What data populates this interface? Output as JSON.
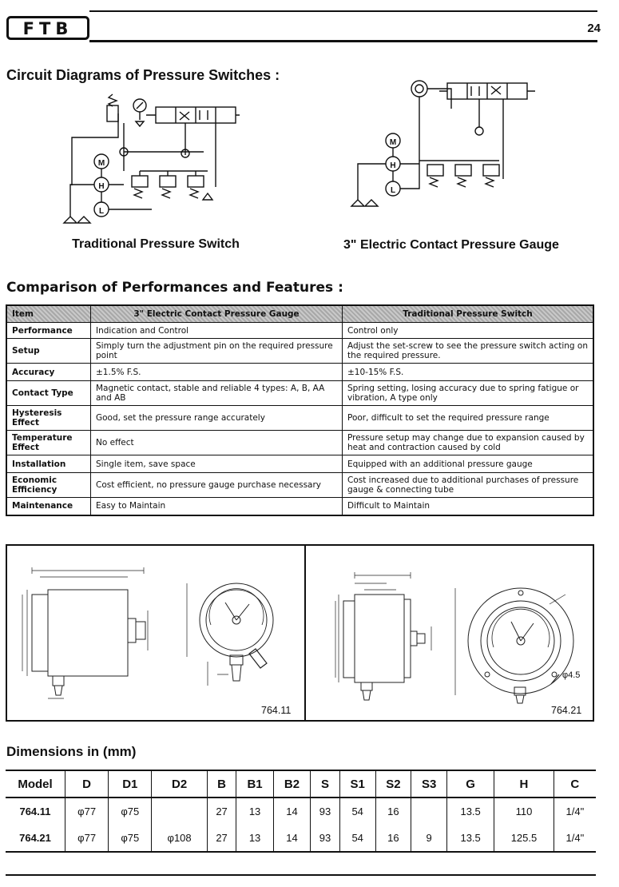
{
  "header": {
    "logo_text": "FTB",
    "page_number": "24"
  },
  "circuit": {
    "title": "Circuit Diagrams of Pressure Switches :",
    "left_caption": "Traditional Pressure Switch",
    "right_caption": "3\" Electric Contact Pressure Gauge",
    "labels": {
      "m": "M",
      "h": "H",
      "l": "L"
    }
  },
  "comparison": {
    "title": "Comparison of Performances and Features :",
    "headers": [
      "Item",
      "3\" Electric Contact Pressure Gauge",
      "Traditional Pressure Switch"
    ],
    "rows": [
      {
        "item": "Performance",
        "gauge": "Indication and Control",
        "switch": "Control only"
      },
      {
        "item": "Setup",
        "gauge": "Simply turn the adjustment pin on the required pressure point",
        "switch": "Adjust the set-screw to see the pressure switch acting on the required pressure."
      },
      {
        "item": "Accuracy",
        "gauge": "±1.5% F.S.",
        "switch": "±10-15% F.S."
      },
      {
        "item": "Contact Type",
        "gauge": "Magnetic contact, stable and reliable 4 types: A, B, AA and AB",
        "switch": "Spring setting, losing accuracy due to spring fatigue or vibration, A type only"
      },
      {
        "item": "Hysteresis Effect",
        "gauge": "Good, set the pressure range accurately",
        "switch": "Poor, difficult to set the required pressure range"
      },
      {
        "item": "Temperature Effect",
        "gauge": "No effect",
        "switch": "Pressure setup may change due to expansion caused by heat and contraction caused by cold"
      },
      {
        "item": "Installation",
        "gauge": "Single item, save space",
        "switch": "Equipped with an additional pressure gauge"
      },
      {
        "item": "Economic Efficiency",
        "gauge": "Cost efficient, no pressure gauge purchase necessary",
        "switch": "Cost increased due to additional purchases of pressure gauge & connecting tube"
      },
      {
        "item": "Maintenance",
        "gauge": "Easy to Maintain",
        "switch": "Difficult to Maintain"
      }
    ]
  },
  "drawings": {
    "left_model": "764.11",
    "right_model": "764.21",
    "hole_label": "φ4.5"
  },
  "dimensions": {
    "title": "Dimensions in (mm)",
    "headers": [
      "Model",
      "D",
      "D1",
      "D2",
      "B",
      "B1",
      "B2",
      "S",
      "S1",
      "S2",
      "S3",
      "G",
      "H",
      "C"
    ],
    "rows": [
      [
        "764.11",
        "φ77",
        "φ75",
        "",
        "27",
        "13",
        "14",
        "93",
        "54",
        "16",
        "",
        "13.5",
        "110",
        "1/4\""
      ],
      [
        "764.21",
        "φ77",
        "φ75",
        "φ108",
        "27",
        "13",
        "14",
        "93",
        "54",
        "16",
        "9",
        "13.5",
        "125.5",
        "1/4\""
      ]
    ]
  }
}
